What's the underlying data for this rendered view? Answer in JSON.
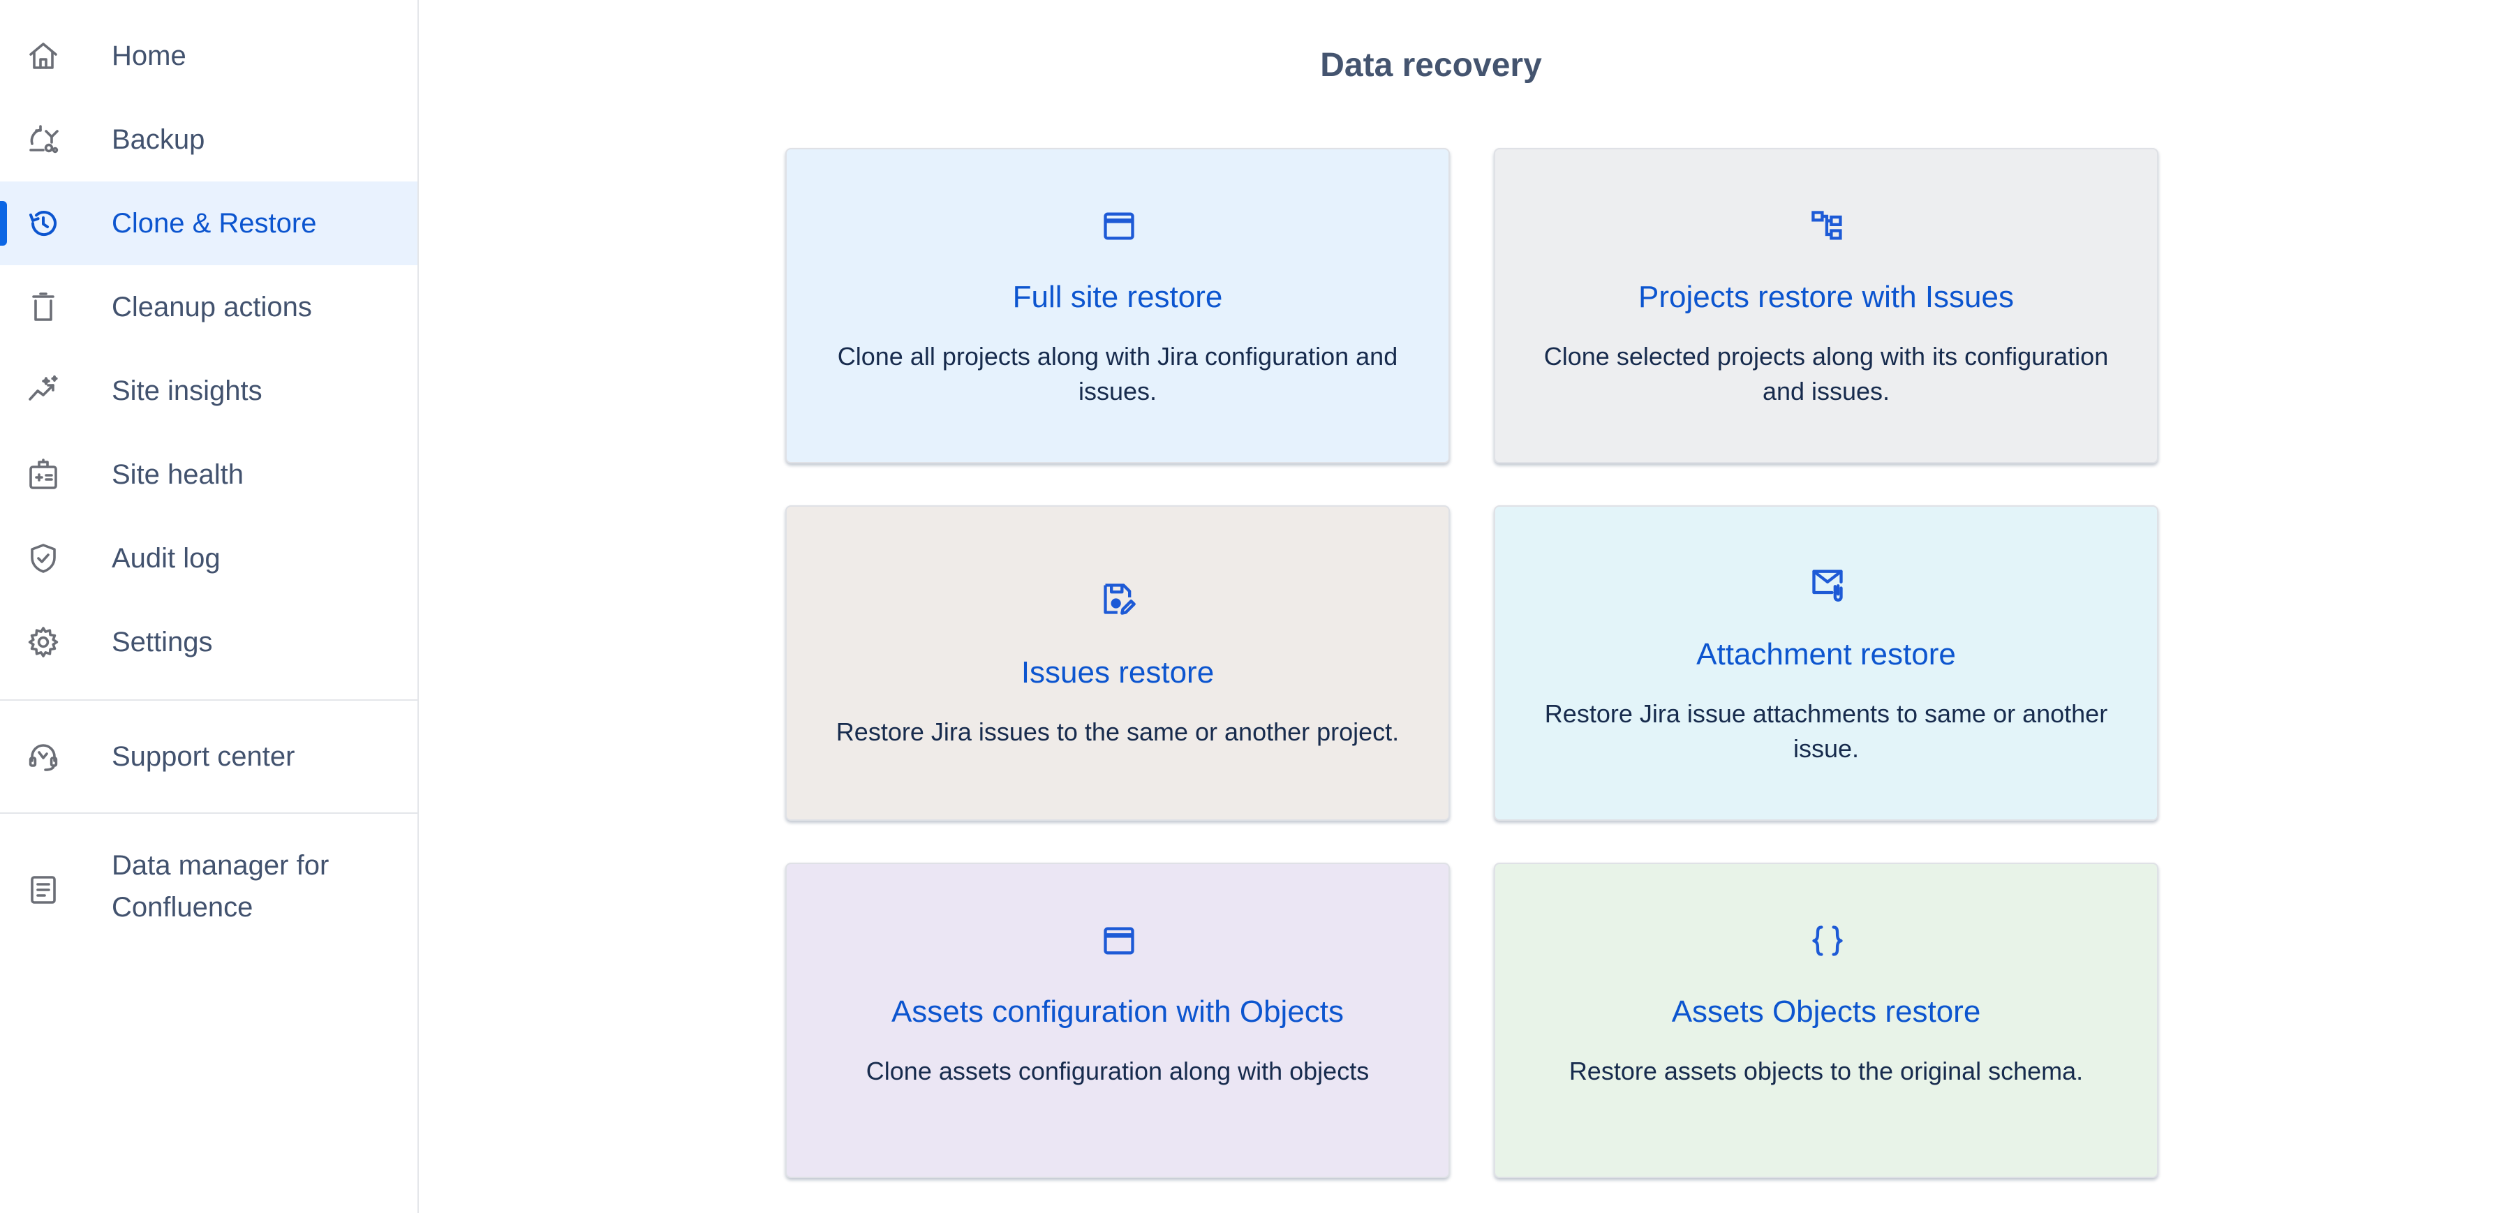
{
  "sidebar": {
    "items": [
      {
        "label": "Home",
        "icon": "home-icon"
      },
      {
        "label": "Backup",
        "icon": "backup-icon"
      },
      {
        "label": "Clone & Restore",
        "icon": "history-icon",
        "active": true
      },
      {
        "label": "Cleanup actions",
        "icon": "trash-icon"
      },
      {
        "label": "Site insights",
        "icon": "insights-icon"
      },
      {
        "label": "Site health",
        "icon": "health-icon"
      },
      {
        "label": "Audit log",
        "icon": "shield-check-icon"
      },
      {
        "label": "Settings",
        "icon": "gear-icon"
      }
    ],
    "support": {
      "label": "Support center",
      "icon": "headset-icon"
    },
    "confluence": {
      "label": "Data manager for Confluence",
      "icon": "document-icon"
    }
  },
  "main": {
    "title": "Data recovery",
    "cards": [
      {
        "title": "Full site restore",
        "description": "Clone all projects along with Jira configuration and issues.",
        "icon": "window-icon",
        "bg": "#e6f2fd"
      },
      {
        "title": "Projects restore with Issues",
        "description": "Clone selected projects along with its configuration and issues.",
        "icon": "hierarchy-icon",
        "bg": "#edeef0"
      },
      {
        "title": "Issues restore",
        "description": "Restore Jira issues to the same or another project.",
        "icon": "save-edit-icon",
        "bg": "#efebe8"
      },
      {
        "title": "Attachment restore",
        "description": "Restore Jira issue attachments to same or another issue.",
        "icon": "mail-attachment-icon",
        "bg": "#e3f4f9"
      },
      {
        "title": "Assets configuration with Objects",
        "description": "Clone assets configuration along with objects",
        "icon": "window-icon",
        "bg": "#ebe6f4"
      },
      {
        "title": "Assets Objects restore",
        "description": "Restore assets objects to the original schema.",
        "icon": "braces-icon",
        "bg": "#e8f3e8"
      }
    ]
  },
  "colors": {
    "accent": "#0c66e4",
    "active_bg": "#e9f2fe",
    "nav_text": "#42526e",
    "title_text": "#44546f",
    "card_title": "#0c55cf"
  }
}
